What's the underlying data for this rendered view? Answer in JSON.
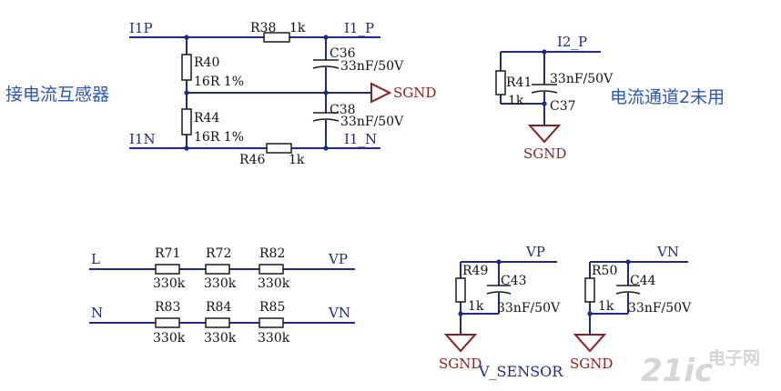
{
  "nets": {
    "i1p": "I1P",
    "i1p_right": "I1_P",
    "i1n": "I1N",
    "i1n_right": "I1_N",
    "i2p": "I2_P",
    "sgnd": "SGND",
    "l": "L",
    "n": "N",
    "vp": "VP",
    "vn": "VN"
  },
  "components": {
    "r38": {
      "ref": "R38",
      "value": "1k"
    },
    "r46": {
      "ref": "R46",
      "value": "1k"
    },
    "r40": {
      "ref": "R40",
      "value": "16R 1%"
    },
    "r44": {
      "ref": "R44",
      "value": "16R 1%"
    },
    "c36": {
      "ref": "C36",
      "value": "33nF/50V"
    },
    "c38": {
      "ref": "C38",
      "value": "33nF/50V"
    },
    "r41": {
      "ref": "R41",
      "value": "1k"
    },
    "c37": {
      "ref": "C37",
      "value": "33nF/50V"
    },
    "r71": {
      "ref": "R71",
      "value": "330k"
    },
    "r72": {
      "ref": "R72",
      "value": "330k"
    },
    "r82": {
      "ref": "R82",
      "value": "330k"
    },
    "r83": {
      "ref": "R83",
      "value": "330k"
    },
    "r84": {
      "ref": "R84",
      "value": "330k"
    },
    "r85": {
      "ref": "R85",
      "value": "330k"
    },
    "r49": {
      "ref": "R49",
      "value": "1k"
    },
    "c43": {
      "ref": "C43",
      "value": "33nF/50V"
    },
    "r50": {
      "ref": "R50",
      "value": "1k"
    },
    "c44": {
      "ref": "C44",
      "value": "33nF/50V"
    }
  },
  "notes": {
    "connect_ct": "接电流互感器",
    "ch2_unused": "电流通道2未用",
    "v_sensor": "V_SENSOR"
  },
  "watermark": {
    "logo": "21ic",
    "text": "电子网"
  },
  "colors": {
    "wire": "#1f2a8c",
    "ground": "#8b1f1f",
    "note": "#2b55b8"
  }
}
